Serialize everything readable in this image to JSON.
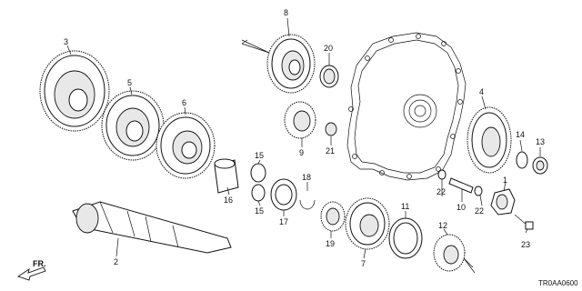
{
  "diagram": {
    "labels": [
      "1",
      "2",
      "3",
      "4",
      "5",
      "6",
      "7",
      "8",
      "9",
      "10",
      "11",
      "12",
      "13",
      "14",
      "15",
      "15",
      "16",
      "17",
      "18",
      "19",
      "20",
      "21",
      "22",
      "22",
      "23"
    ],
    "direction_label": "FR.",
    "diagram_code": "TR0AA0600"
  }
}
